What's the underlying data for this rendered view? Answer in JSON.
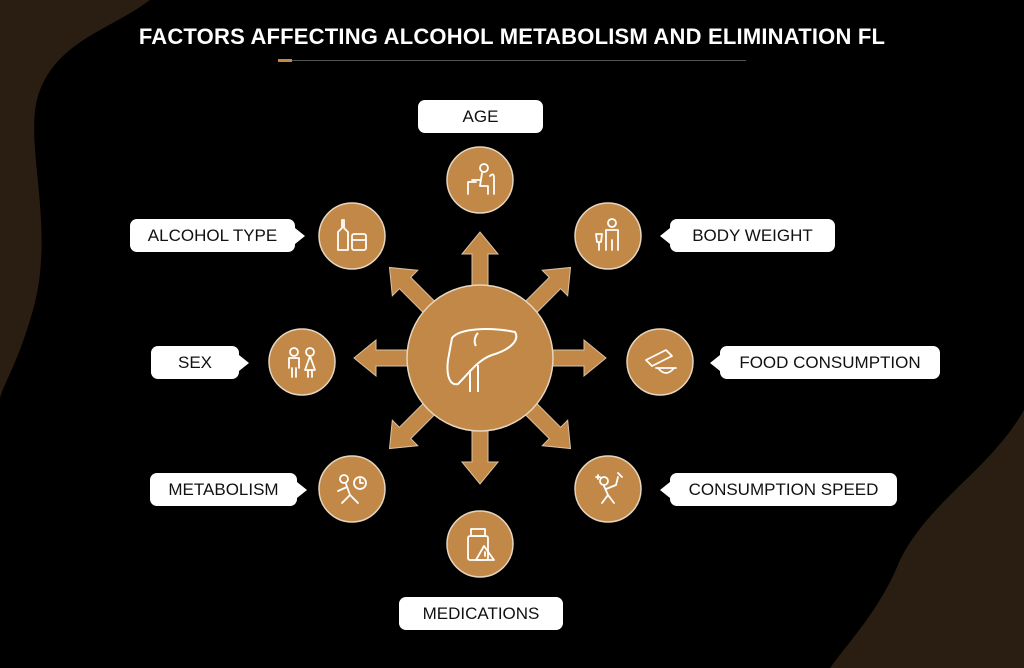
{
  "title": "FACTORS AFFECTING ALCOHOL METABOLISM AND ELIMINATION FL",
  "colors": {
    "accent": "#c28847",
    "background": "#000000",
    "blob": "#2a1e12"
  },
  "center": {
    "icon": "liver-icon"
  },
  "factors": [
    {
      "label": "AGE",
      "icon": "elderly-person-icon"
    },
    {
      "label": "BODY WEIGHT",
      "icon": "person-weight-icon"
    },
    {
      "label": "FOOD CONSUMPTION",
      "icon": "food-bowl-icon"
    },
    {
      "label": "CONSUMPTION SPEED",
      "icon": "drinking-person-icon"
    },
    {
      "label": "MEDICATIONS",
      "icon": "medication-warning-icon"
    },
    {
      "label": "METABOLISM",
      "icon": "running-stopwatch-icon"
    },
    {
      "label": "SEX",
      "icon": "male-female-icon"
    },
    {
      "label": "ALCOHOL TYPE",
      "icon": "bottle-glass-icon"
    }
  ]
}
